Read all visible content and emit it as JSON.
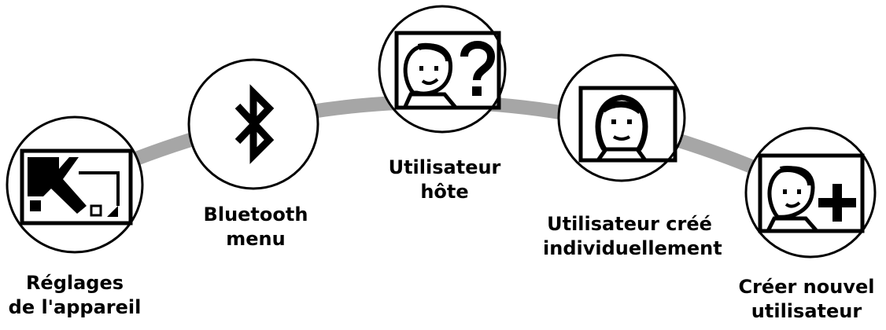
{
  "colors": {
    "arc": "#a6a6a6",
    "ink": "#000000",
    "paper": "#ffffff"
  },
  "menu": {
    "items": [
      {
        "icon": "wrench-settings-icon",
        "label_lines": [
          "Réglages",
          "de l'appareil"
        ]
      },
      {
        "icon": "bluetooth-icon",
        "label_lines": [
          "Bluetooth",
          "menu"
        ]
      },
      {
        "icon": "guest-user-question-icon",
        "label_lines": [
          "Utilisateur",
          "hôte"
        ]
      },
      {
        "icon": "user-portrait-icon",
        "label_lines": [
          "Utilisateur créé",
          "individuellement"
        ]
      },
      {
        "icon": "add-user-plus-icon",
        "label_lines": [
          "Créer nouvel",
          "utilisateur"
        ]
      }
    ]
  }
}
